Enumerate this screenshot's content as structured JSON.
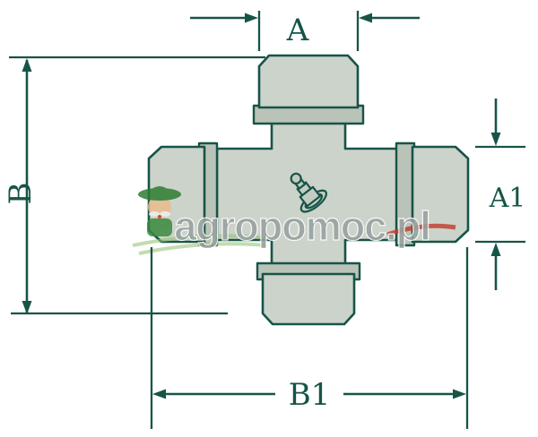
{
  "diagram": {
    "type": "technical-drawing",
    "subject": "universal joint cross (cardan spider) with dimension callouts",
    "dimensions": {
      "a": "A",
      "b": "B",
      "a1": "A1",
      "b1": "B1"
    },
    "colors": {
      "line": "#175448",
      "part_fill": "#ccd3ca",
      "part_flange_fill": "#b9c3b8",
      "background": "#ffffff",
      "watermark_text": "#97a1a0",
      "watermark_red": "#c03a2b",
      "watermark_green": "#8fbf6f"
    },
    "watermark": {
      "text": "agropomoc.pl"
    }
  }
}
